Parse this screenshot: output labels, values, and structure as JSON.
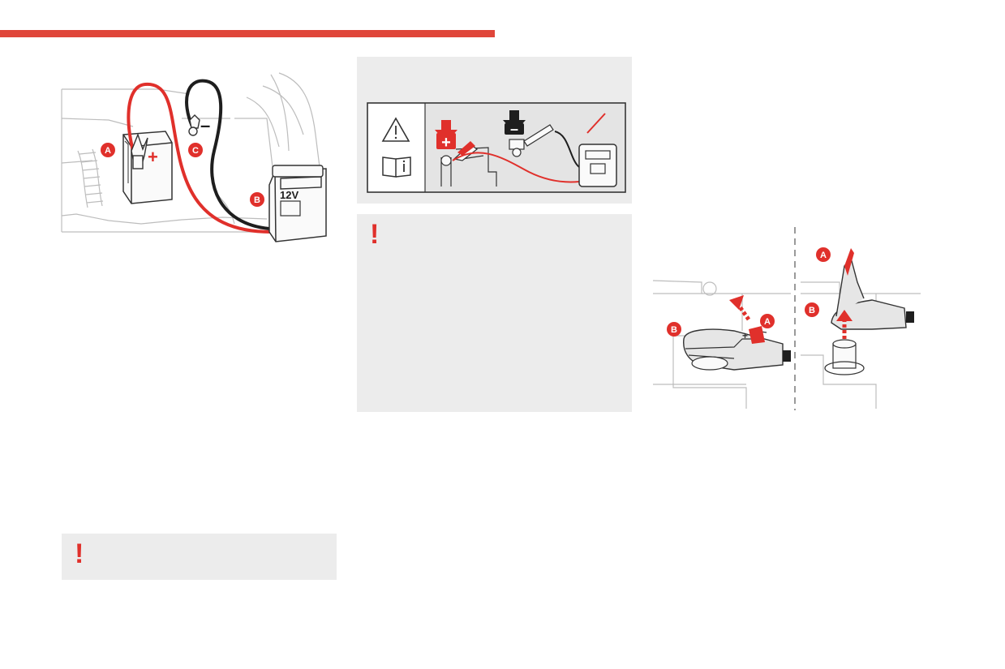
{
  "colors": {
    "accent_red": "#e0302b",
    "bar_red": "#e0463a",
    "panel_gray": "#ececec",
    "line_gray": "#bdbdbd",
    "cable_black": "#1e1e1e"
  },
  "figure_engine_bay": {
    "label_a": "A",
    "label_b": "B",
    "label_c": "C",
    "plus_sign": "+",
    "minus_sign": "–",
    "charger_voltage": "12V"
  },
  "warning_label_panel": {
    "icons": [
      "warning-triangle-icon",
      "manual-book-icon"
    ],
    "plus_sign": "+",
    "minus_sign": "–"
  },
  "caution_box_top": {
    "mark": "!",
    "icon": "exclamation-icon"
  },
  "caution_box_bottom": {
    "mark": "!",
    "icon": "exclamation-icon"
  },
  "figure_clamp": {
    "left_label_a": "A",
    "left_label_b": "B",
    "right_label_a": "A",
    "right_label_b": "B",
    "plus_sign": "+"
  }
}
